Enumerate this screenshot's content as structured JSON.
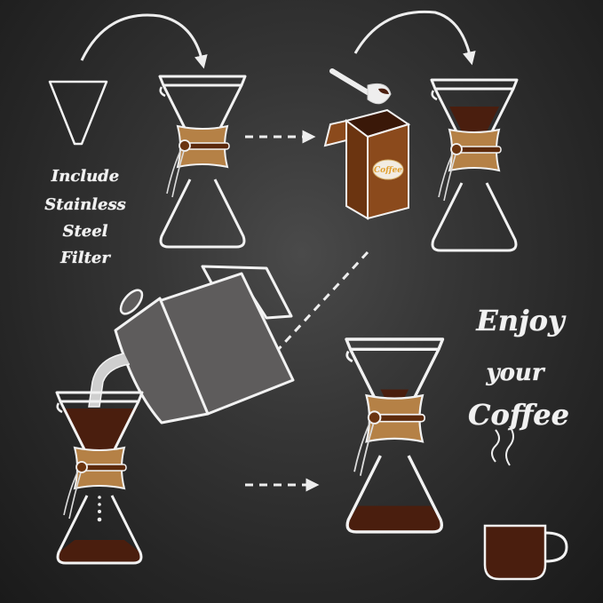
{
  "scene": {
    "title": "Pour-over coffee brewing steps",
    "background": "#2c2c2c"
  },
  "filter_caption": {
    "lines": [
      "Include",
      "Stainless",
      "Steel",
      "Filter"
    ]
  },
  "coffee_box": {
    "label": "Coffee"
  },
  "enjoy_caption": {
    "lines": [
      "Enjoy",
      "your",
      "Coffee"
    ]
  },
  "colors": {
    "outline": "#f2f2f2",
    "coffee": "#4a1e0e",
    "wood_collar": "#b58146",
    "tie": "#5c2a0c",
    "box": "#8b4a1c",
    "box_dark": "#5a2a0e",
    "kettle": "#5e5c5c",
    "label_text": "#e0a030"
  },
  "steps": [
    {
      "id": 1,
      "description": "Filter cone placed into carafe"
    },
    {
      "id": 2,
      "description": "Add ground coffee with scoop"
    },
    {
      "id": 3,
      "description": "Pour hot water from kettle"
    },
    {
      "id": 4,
      "description": "Brewed coffee ready"
    }
  ]
}
